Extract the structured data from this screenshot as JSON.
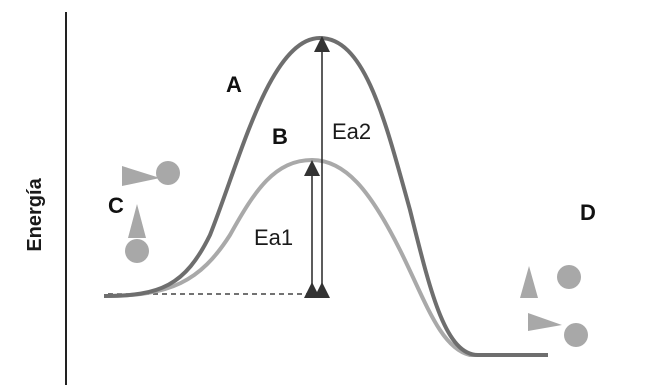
{
  "y_axis_label": "Energía",
  "curves": {
    "A": {
      "label": "A",
      "color": "#6e6e6e"
    },
    "B": {
      "label": "B",
      "color": "#a9a9a9"
    }
  },
  "activation_energies": {
    "ea1": "Ea1",
    "ea2": "Ea2"
  },
  "states": {
    "reactants": "C",
    "products": "D"
  },
  "colors": {
    "axis": "#222222",
    "arrow": "#333333",
    "molecule": "#a8a8a8",
    "dashed_line": "#444444"
  }
}
